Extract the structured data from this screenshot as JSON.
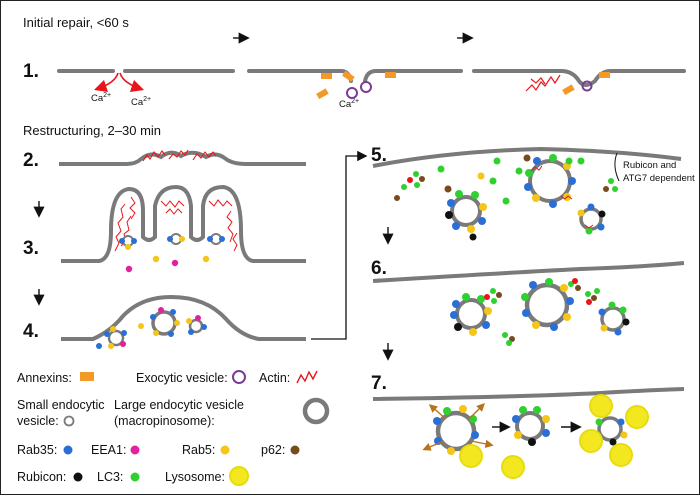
{
  "steps": {
    "s1": "1.",
    "s2": "2.",
    "s3": "3.",
    "s4": "4.",
    "s5": "5.",
    "s6": "6.",
    "s7": "7."
  },
  "headers": {
    "initial_repair": "Initial repair, <60 s",
    "restructuring": "Restructuring, 2–30 min"
  },
  "ions": {
    "ca": "Ca",
    "charge": "2+"
  },
  "annotation": {
    "line1": "Rubicon and",
    "line2": "ATG7 dependent"
  },
  "legend": {
    "annexins": "Annexins:",
    "exocytic_vesicle": "Exocytic vesicle:",
    "actin": "Actin:",
    "small_endocytic_1": "Small endocytic",
    "small_endocytic_2": "vesicle:",
    "large_endocytic_1": "Large endocytic vesicle",
    "large_endocytic_2": "(macropinosome):",
    "rab35": "Rab35:",
    "eea1": "EEA1:",
    "rab5": "Rab5:",
    "p62": "p62:",
    "rubicon": "Rubicon:",
    "lc3": "LC3:",
    "lysosome": "Lysosome:"
  },
  "colors": {
    "membrane": "#7a7a7a",
    "actin": "#e8161b",
    "annexin": "#f39a26",
    "exocytic": "#7b3c96",
    "rab35": "#2a6fd6",
    "eea1": "#e0239c",
    "rab5": "#f5c517",
    "p62": "#7a4a1f",
    "rubicon": "#111111",
    "lc3": "#2fd12f",
    "lysosome": "#f3e820"
  }
}
